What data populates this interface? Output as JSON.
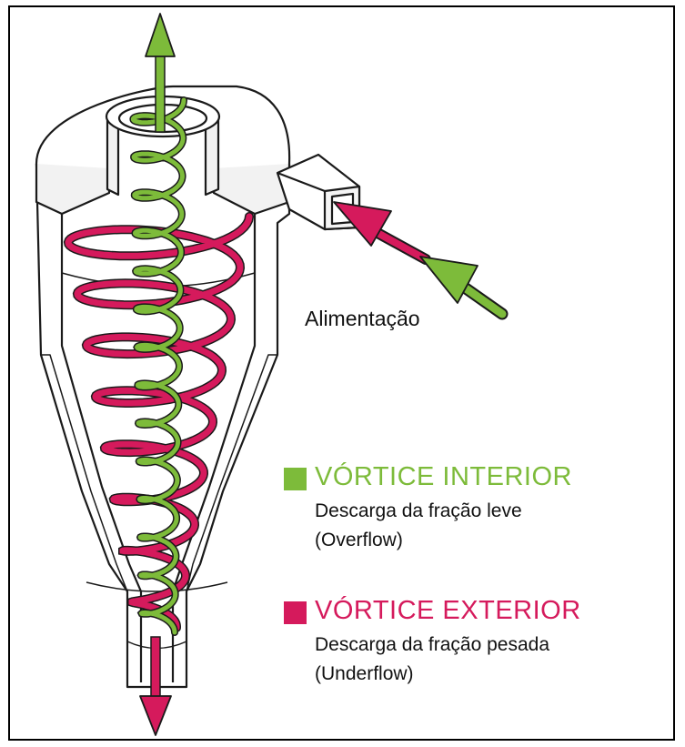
{
  "feed_label": "Alimentação",
  "colors": {
    "inner": "#7dbb3a",
    "outer": "#d51a5c",
    "outline": "#1a1a1a"
  },
  "legend": {
    "inner": {
      "title": "VÓRTICE INTERIOR",
      "line1": "Descarga da fração leve",
      "line2": "(Overflow)"
    },
    "outer": {
      "title": "VÓRTICE EXTERIOR",
      "line1": "Descarga da fração pesada",
      "line2": "(Underflow)"
    }
  }
}
